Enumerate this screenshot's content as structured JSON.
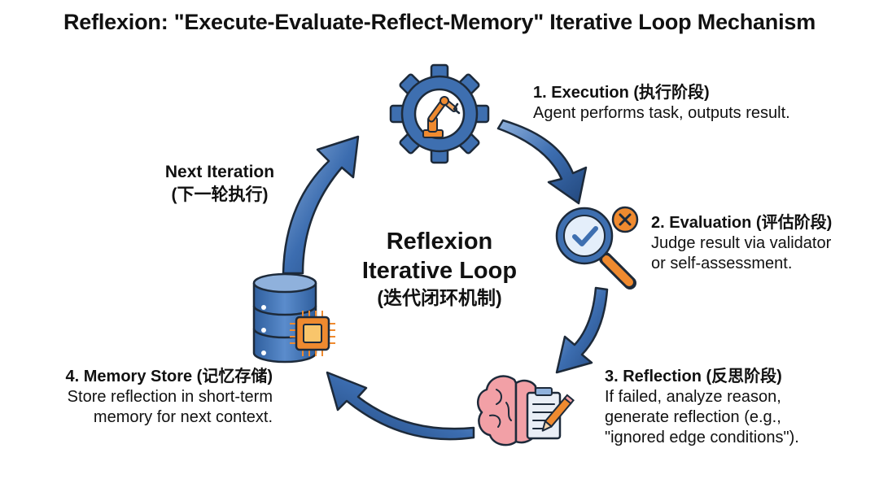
{
  "title": "Reflexion: \"Execute-Evaluate-Reflect-Memory\" Iterative Loop Mechanism",
  "center": {
    "line1": "Reflexion",
    "line2": "Iterative Loop",
    "line3": "(迭代闭环机制)"
  },
  "next_iteration": {
    "line1": "Next Iteration",
    "line2": "(下一轮执行)"
  },
  "stages": {
    "execution": {
      "heading": "1. Execution (执行阶段)",
      "desc1": "Agent performs task, outputs result."
    },
    "evaluation": {
      "heading": "2. Evaluation (评估阶段)",
      "desc1": "Judge result via validator",
      "desc2": "or self-assessment."
    },
    "reflection": {
      "heading": "3. Reflection (反思阶段)",
      "desc1": "If failed, analyze reason,",
      "desc2": "generate reflection (e.g.,",
      "desc3": "\"ignored edge conditions\")."
    },
    "memory": {
      "heading": "4. Memory Store (记忆存储)",
      "desc1": "Store reflection in short-term",
      "desc2": "memory for next context."
    }
  },
  "icons": {
    "execution": "gear-robot-arm-icon",
    "evaluation": "magnifier-check-icon",
    "evaluation_badge": "close-circle-icon",
    "reflection": "brain-notepad-icon",
    "memory": "database-chip-icon"
  },
  "colors": {
    "arrow_blue": "#2f5f9e",
    "arrow_light": "#8fb1dc",
    "icon_blue": "#3e6fb0",
    "orange": "#ef8a2f",
    "pink": "#f2a0a6",
    "outline": "#1d2a3a"
  }
}
